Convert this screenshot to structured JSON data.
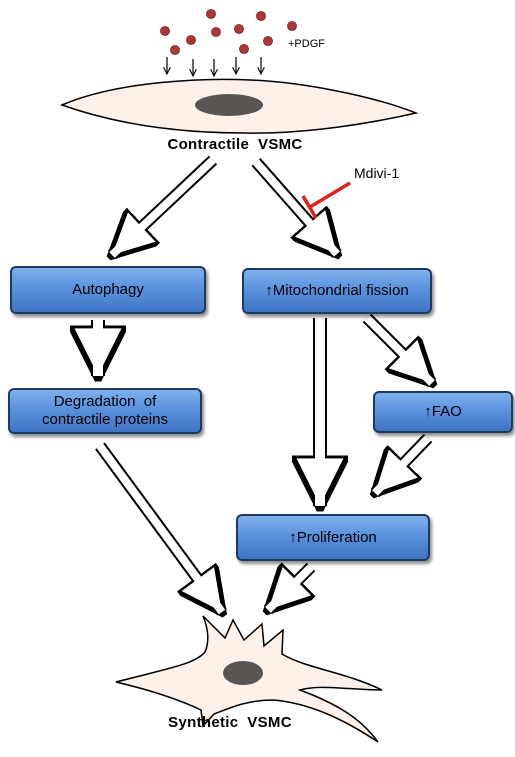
{
  "stimulus": {
    "label": "+PDGF"
  },
  "cells": {
    "top": {
      "label": "Contractile  VSMC"
    },
    "bottom": {
      "label": "Synthetic  VSMC"
    }
  },
  "inhibitor": {
    "label": "Mdivi-1"
  },
  "boxes": {
    "autophagy": {
      "label": "Autophagy"
    },
    "degradation": {
      "line1": "Degradation  of",
      "line2": "contractile proteins"
    },
    "fission": {
      "label": "↑Mitochondrial fission"
    },
    "fao": {
      "label": "↑FAO"
    },
    "proliferation": {
      "label": "↑Proliferation"
    }
  },
  "colors": {
    "box_fill": "#5b92de",
    "box_border": "#1f3a60",
    "cell_fill": "#fdf1ea",
    "nucleus": "#5a5552",
    "particle": "#b03636",
    "inhibitor": "#e0221c"
  }
}
